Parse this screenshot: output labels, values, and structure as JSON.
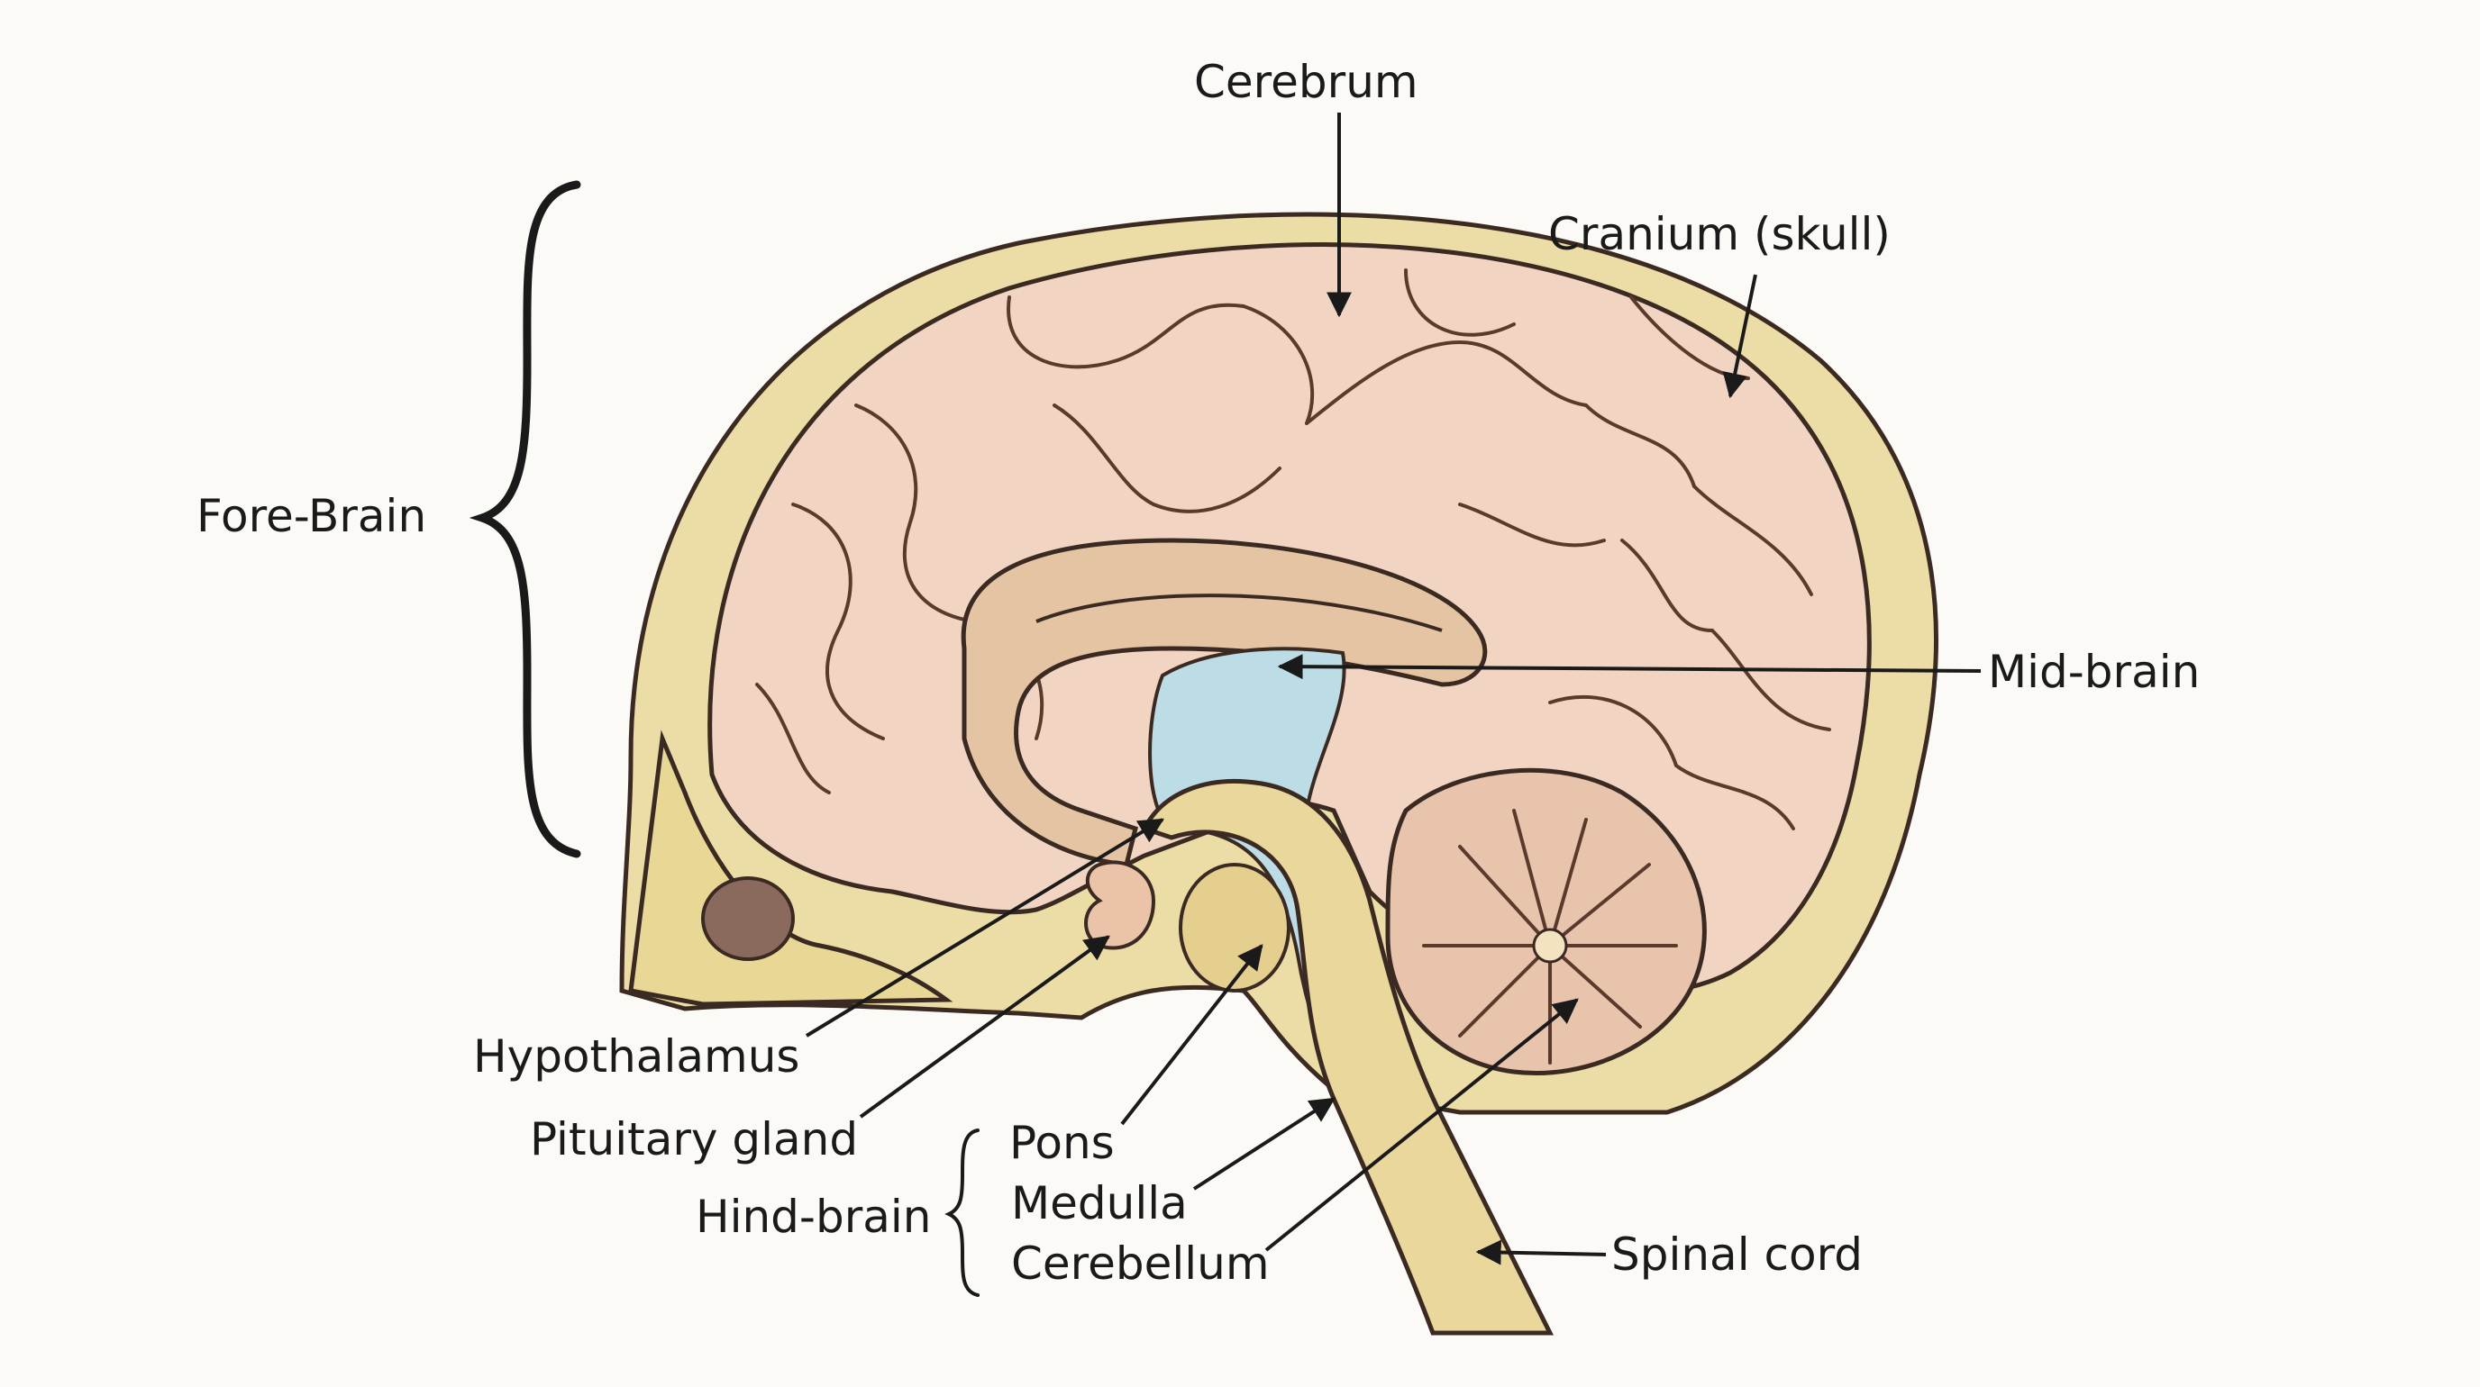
{
  "labels": {
    "cerebrum": "Cerebrum",
    "cranium": "Cranium (skull)",
    "fore_brain": "Fore-Brain",
    "mid_brain": "Mid-brain",
    "hypothalamus": "Hypothalamus",
    "pituitary": "Pituitary gland",
    "pons": "Pons",
    "hind_brain": "Hind-brain",
    "medulla": "Medulla",
    "cerebellum": "Cerebellum",
    "spinal_cord": "Spinal cord"
  },
  "colors": {
    "background": "#fbfaf6",
    "skull": "#ecdca6",
    "brain_tissue": "#f1d5c2",
    "ventricle": "#bcdde6",
    "brainstem": "#e9d79c",
    "ink": "#1a1a1a"
  }
}
